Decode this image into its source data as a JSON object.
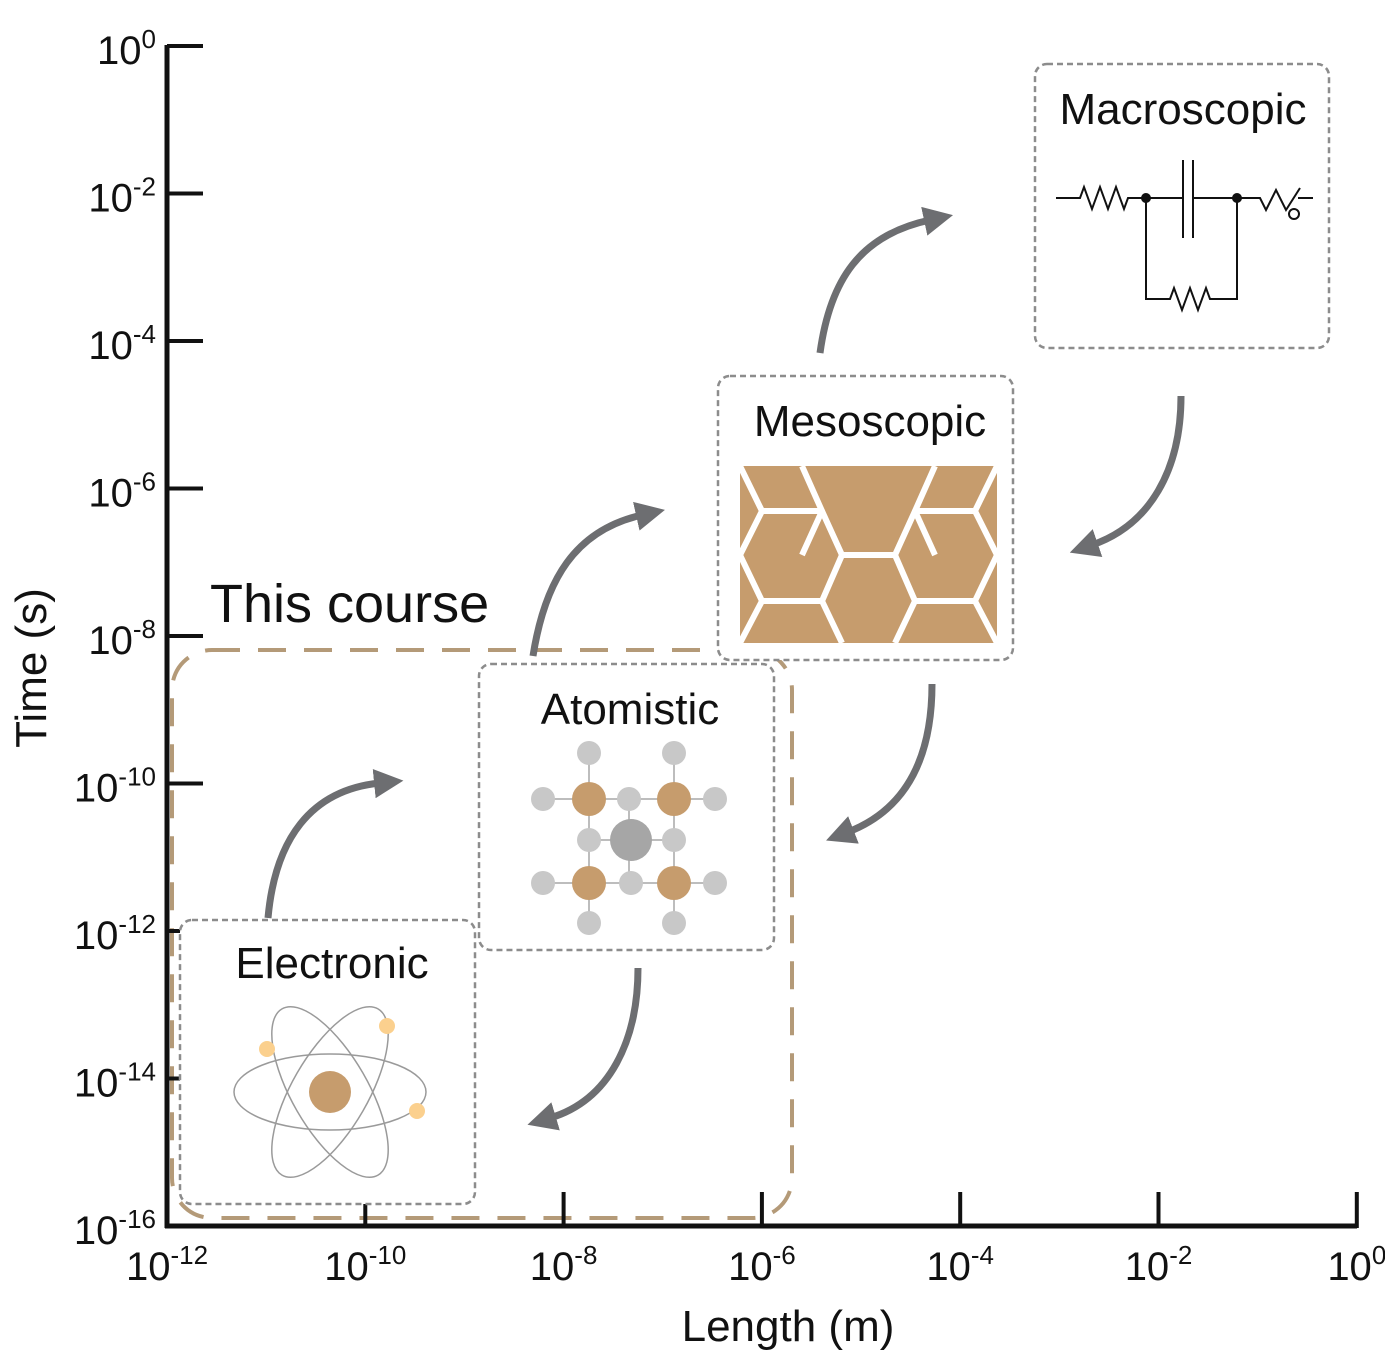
{
  "x_axis": {
    "label": "Length (m)",
    "ticks": [
      {
        "base": "10",
        "exp": "-12"
      },
      {
        "base": "10",
        "exp": "-10"
      },
      {
        "base": "10",
        "exp": "-8"
      },
      {
        "base": "10",
        "exp": "-6"
      },
      {
        "base": "10",
        "exp": "-4"
      },
      {
        "base": "10",
        "exp": "-2"
      },
      {
        "base": "10",
        "exp": "0"
      }
    ]
  },
  "y_axis": {
    "label": "Time (s)",
    "ticks": [
      {
        "base": "10",
        "exp": "0"
      },
      {
        "base": "10",
        "exp": "-2"
      },
      {
        "base": "10",
        "exp": "-4"
      },
      {
        "base": "10",
        "exp": "-6"
      },
      {
        "base": "10",
        "exp": "-8"
      },
      {
        "base": "10",
        "exp": "-10"
      },
      {
        "base": "10",
        "exp": "-12"
      },
      {
        "base": "10",
        "exp": "-14"
      },
      {
        "base": "10",
        "exp": "-16"
      }
    ]
  },
  "course_region": {
    "label": "This course"
  },
  "scales": {
    "electronic": "Electronic",
    "atomistic": "Atomistic",
    "mesoscopic": "Mesoscopic",
    "macroscopic": "Macroscopic"
  },
  "colors": {
    "axis": "#111111",
    "box_border": "#8c8c8c",
    "course_border": "#b49a78",
    "arrow": "#6d6e71",
    "tan": "#c69c6d",
    "gray_atom": "#c8c8c8",
    "electron": "#fbd08e"
  }
}
